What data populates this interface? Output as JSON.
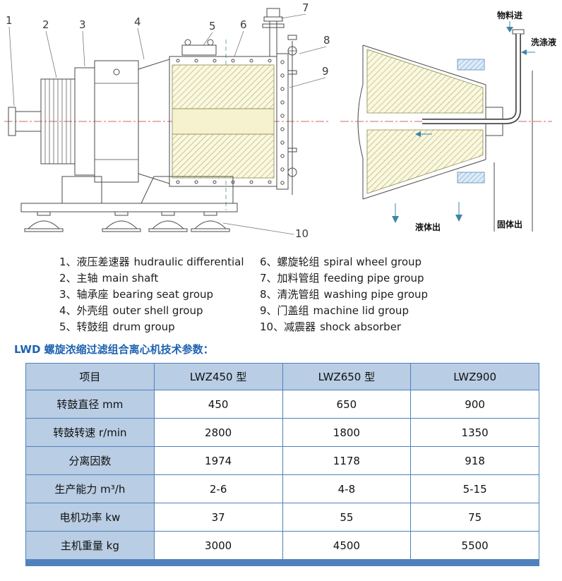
{
  "diagram": {
    "callouts": [
      "1",
      "2",
      "3",
      "4",
      "5",
      "6",
      "7",
      "8",
      "9",
      "10"
    ],
    "labels": {
      "material_in": "物料进",
      "washing_liquid": "洗涤液",
      "liquid_out": "液体出",
      "solid_out": "固体出"
    }
  },
  "legend": {
    "left": [
      {
        "label": "1、液压差速器",
        "en": "hudraulic differential"
      },
      {
        "label": "2、主轴",
        "en": "main shaft"
      },
      {
        "label": "3、轴承座",
        "en": "bearing seat group"
      },
      {
        "label": "4、外壳组",
        "en": "outer shell group"
      },
      {
        "label": "5、转鼓组",
        "en": "drum group"
      }
    ],
    "right": [
      {
        "label": "6、螺旋轮组",
        "en": "spiral wheel group"
      },
      {
        "label": "7、加料管组",
        "en": "feeding pipe group"
      },
      {
        "label": "8、清洗管组",
        "en": "washing pipe group"
      },
      {
        "label": "9、门盖组",
        "en": "machine lid group"
      },
      {
        "label": "10、减震器",
        "en": "shock absorber"
      }
    ]
  },
  "section_title": "LWD 螺旋浓缩过滤组合离心机技术参数：",
  "table": {
    "headers": [
      "项目",
      "LWZ450 型",
      "LWZ650 型",
      "LWZ900"
    ],
    "rows": [
      {
        "label": "转鼓直径 mm",
        "values": [
          "450",
          "650",
          "900"
        ]
      },
      {
        "label": "转鼓转速 r/min",
        "values": [
          "2800",
          "1800",
          "1350"
        ]
      },
      {
        "label": "分离因数",
        "values": [
          "1974",
          "1178",
          "918"
        ]
      },
      {
        "label": "生产能力 m³/h",
        "values": [
          "2-6",
          "4-8",
          "5-15"
        ]
      },
      {
        "label": "电机功率 kw",
        "values": [
          "37",
          "55",
          "75"
        ]
      },
      {
        "label": "主机重量 kg",
        "values": [
          "3000",
          "4500",
          "5500"
        ]
      }
    ]
  },
  "colors": {
    "table_header_bg": "#b9cde4",
    "table_border": "#4f81bd",
    "table_bottom_bar": "#4f81bd",
    "accent_blue": "#1e63b0",
    "centerline_red": "#c23a3a",
    "scroll_hatch_yellow": "#fbf8e0",
    "bearing_hatch_blue": "#dcebf7"
  }
}
